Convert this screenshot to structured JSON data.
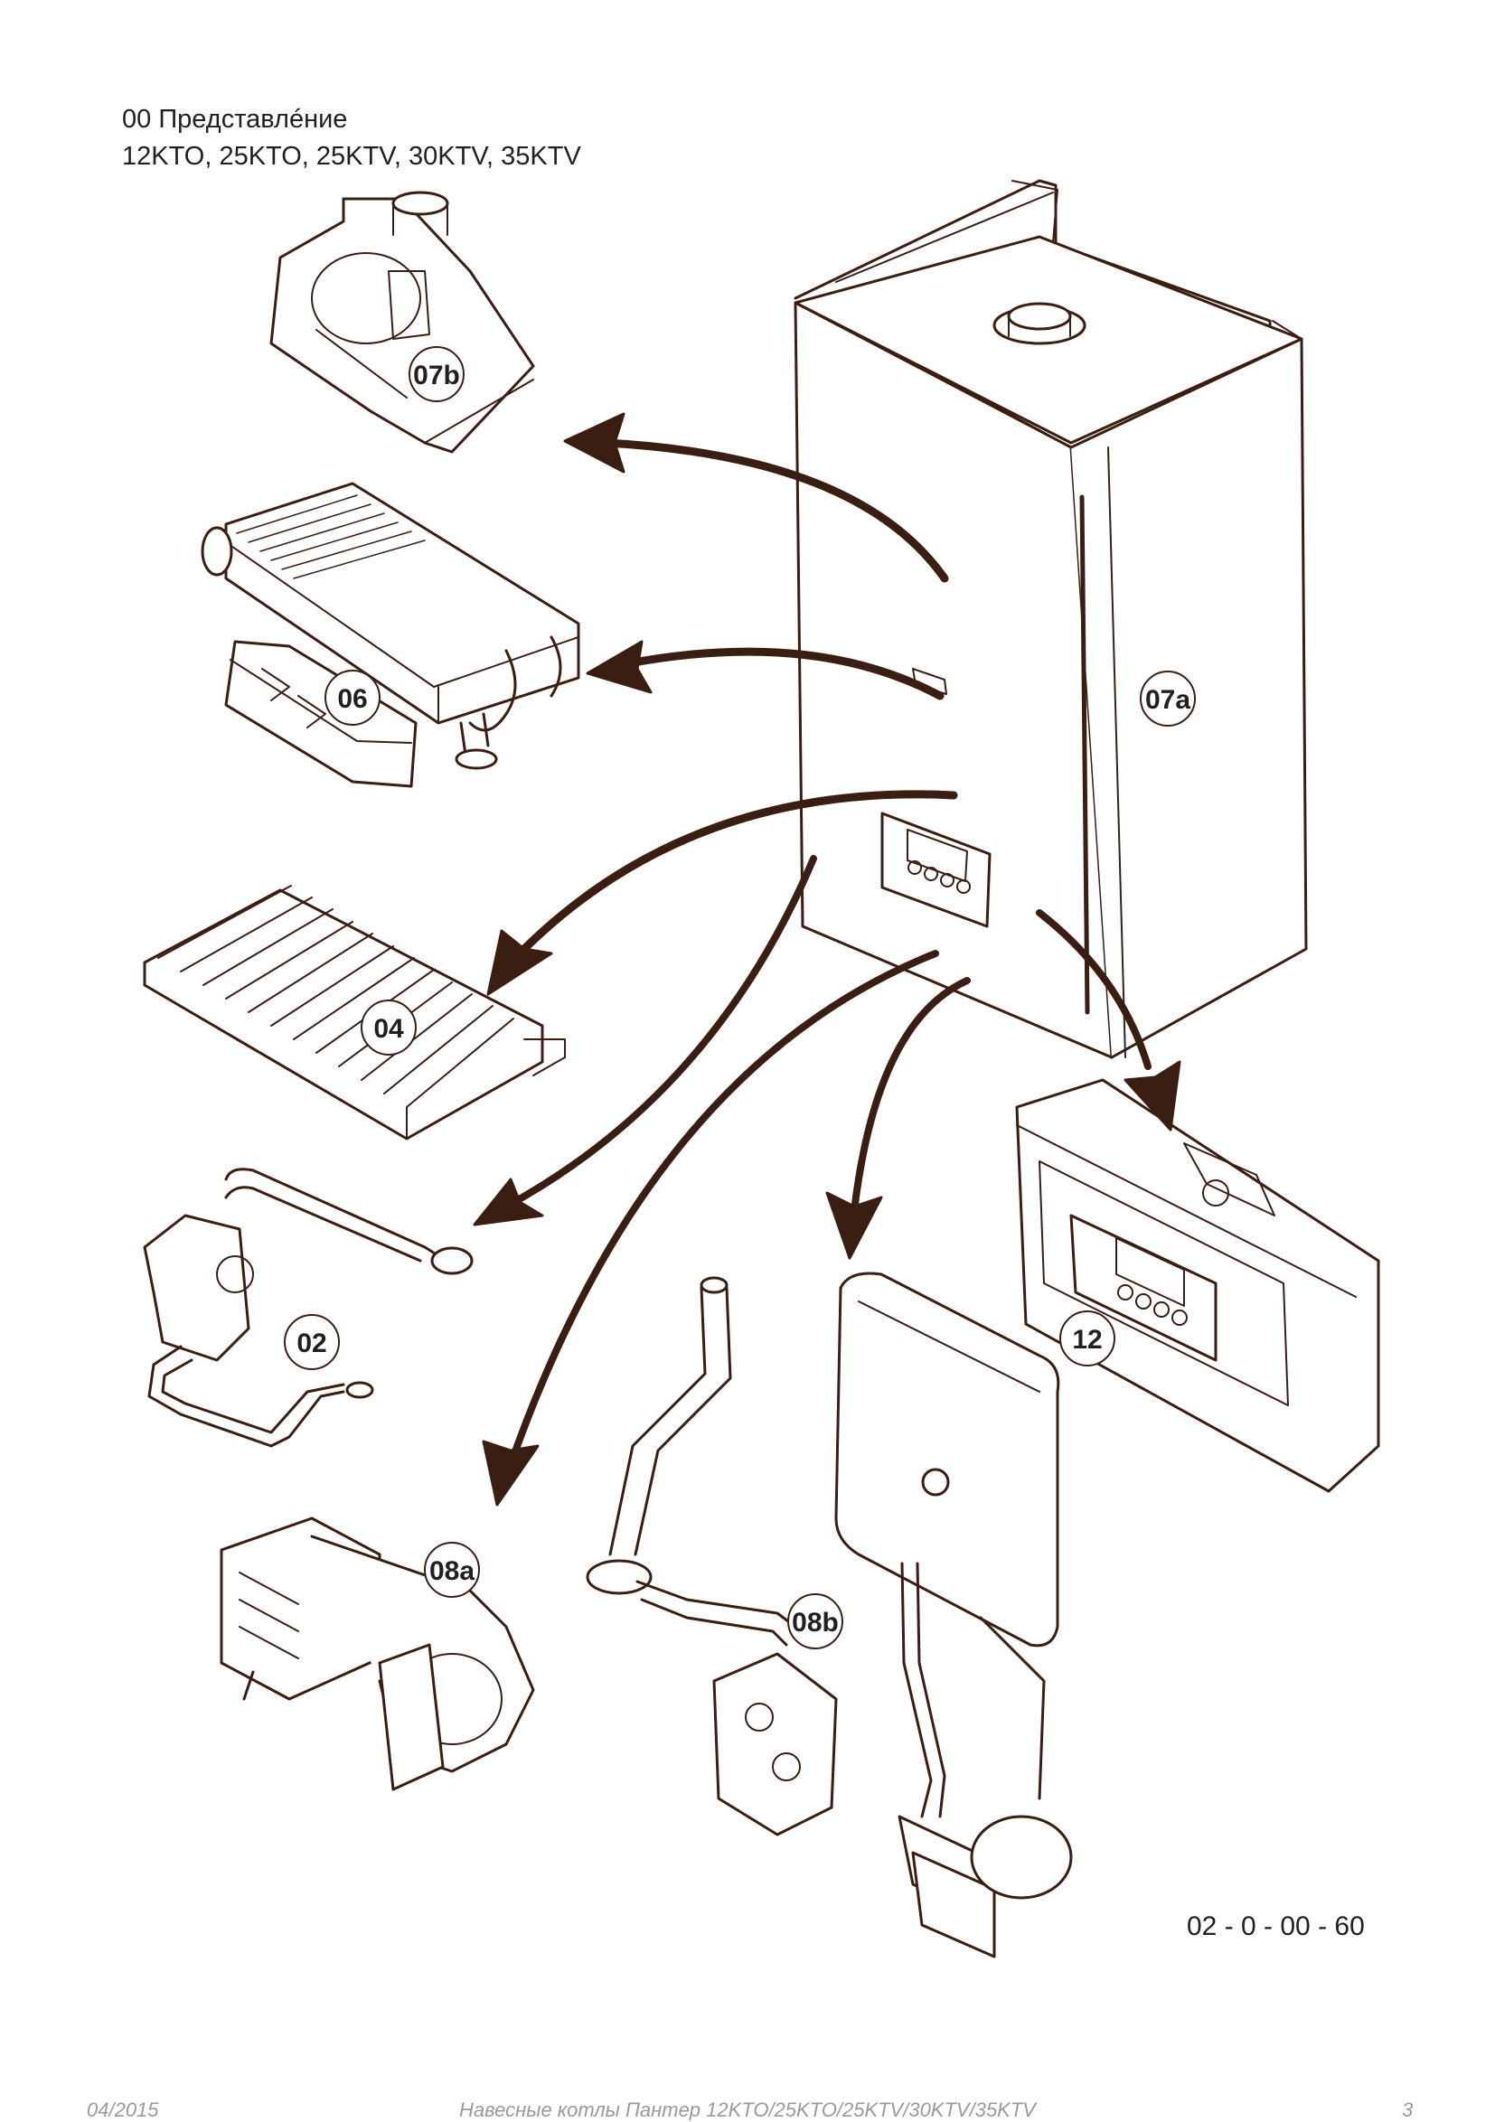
{
  "header": {
    "line1": "00 Представлéние",
    "line2": "12KTO, 25KTO, 25KTV, 30KTV, 35KTV"
  },
  "labels": {
    "l07b": "07b",
    "l06": "06",
    "l07a": "07a",
    "l04": "04",
    "l02": "02",
    "l12": "12",
    "l08a": "08a",
    "l08b": "08b"
  },
  "reference_code": "02 - 0 - 00 - 60",
  "footer": {
    "date": "04/2015",
    "title": "Навесные котлы Пантер 12KTO/25KTO/25KTV/30KTV/35KTV",
    "page": "3"
  },
  "colors": {
    "line": "#3a1e12",
    "fill": "#ffffff"
  }
}
